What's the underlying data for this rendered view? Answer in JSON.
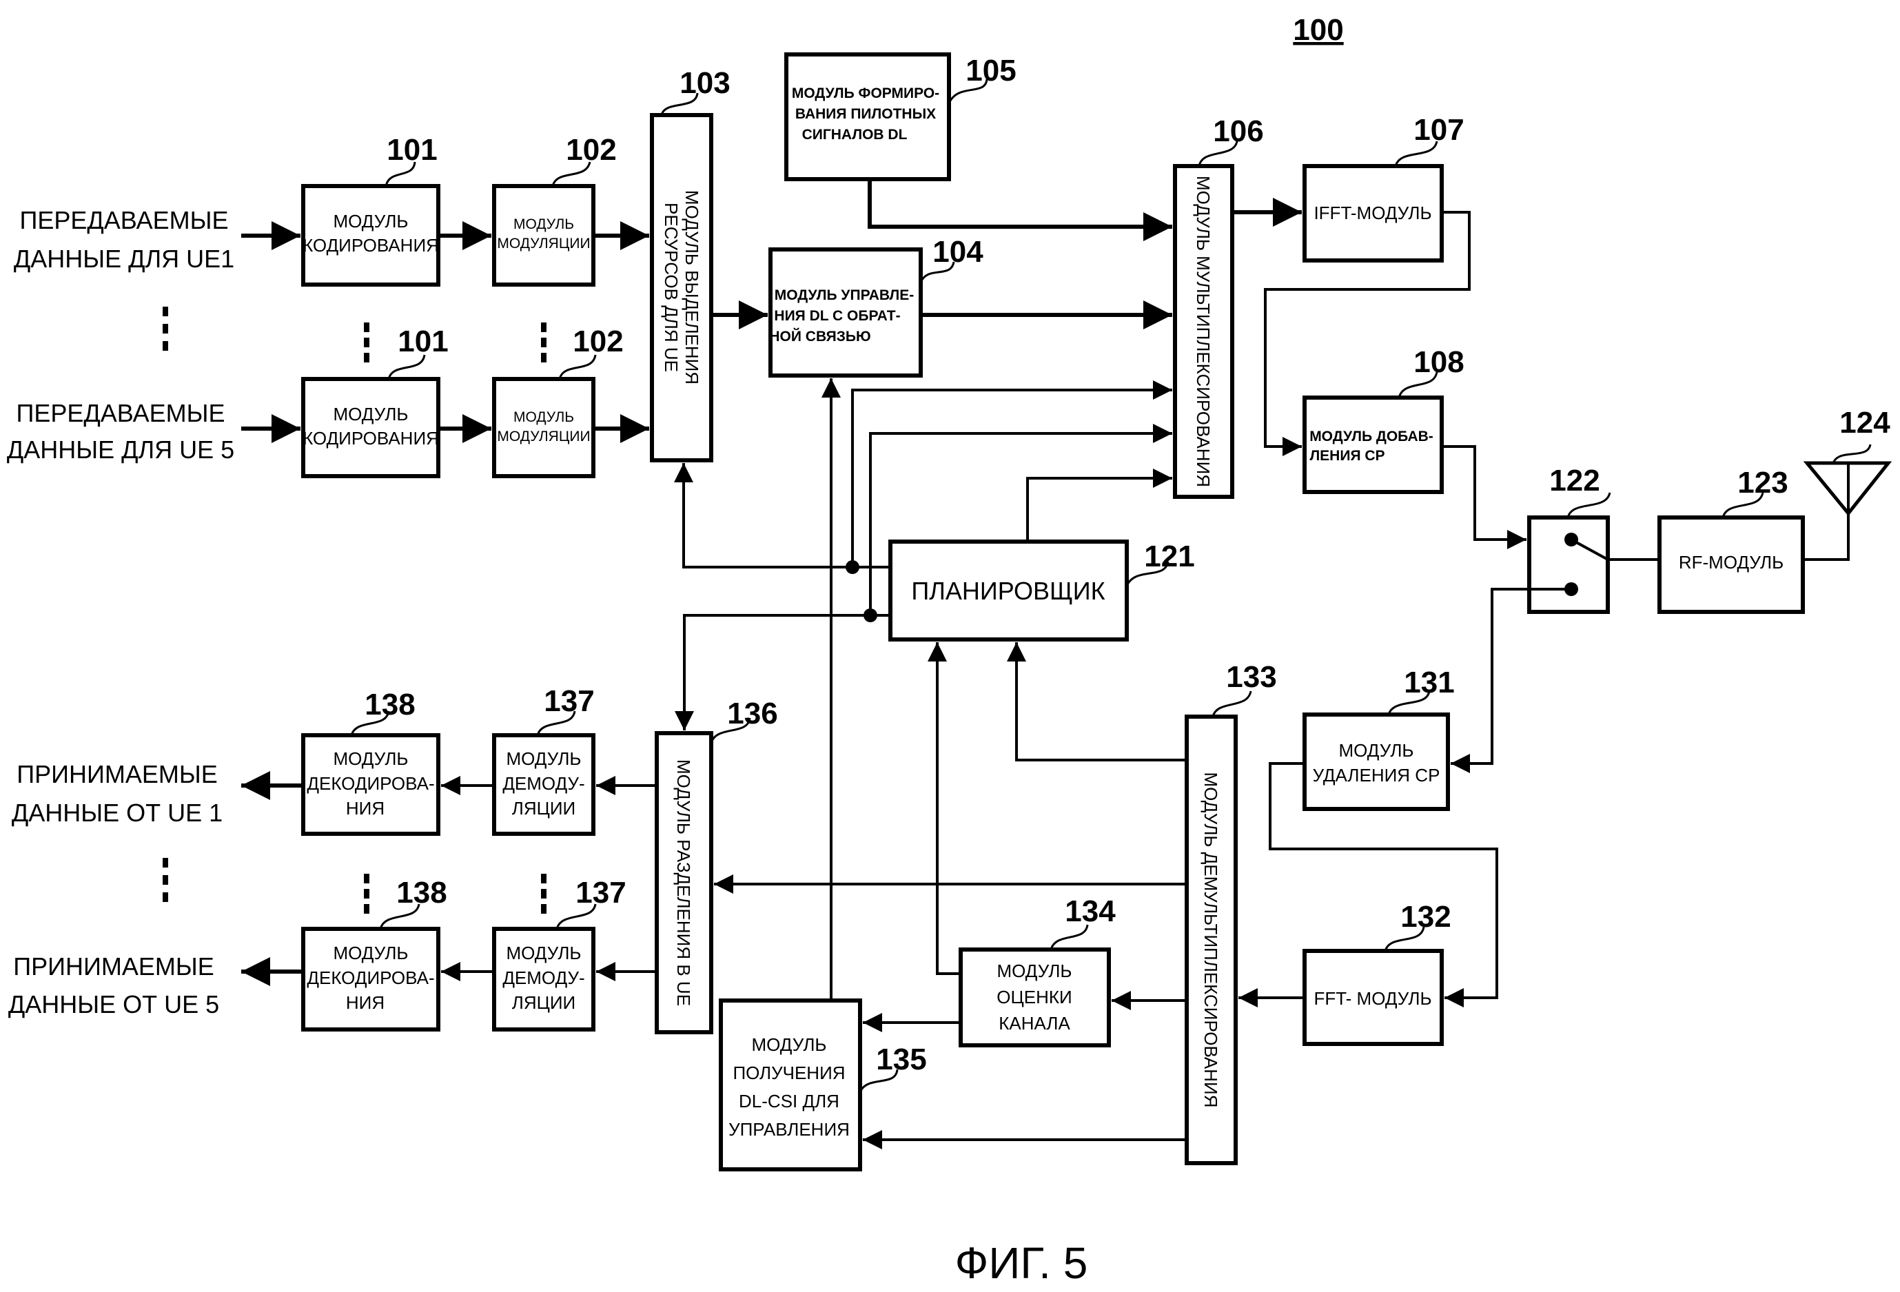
{
  "figure": {
    "ref_number": "100",
    "caption": "ФИГ. 5"
  },
  "inputs": [
    {
      "line1": "ПЕРЕДАВАЕМЫЕ",
      "line2": "ДАННЫЕ ДЛЯ UE1"
    },
    {
      "line1": "ПЕРЕДАВАЕМЫЕ",
      "line2": "ДАННЫЕ ДЛЯ UE 5"
    }
  ],
  "outputs": [
    {
      "line1": "ПРИНИМАЕМЫЕ",
      "line2": "ДАННЫЕ ОТ UE 1"
    },
    {
      "line1": "ПРИНИМАЕМЫЕ",
      "line2": "ДАННЫЕ ОТ UE 5"
    }
  ],
  "blocks": {
    "b101": {
      "ref": "101",
      "lines": [
        "МОДУЛЬ",
        "КОДИРОВАНИЯ"
      ]
    },
    "b102": {
      "ref": "102",
      "lines": [
        "МОДУЛЬ",
        "МОДУЛЯЦИИ"
      ]
    },
    "b103": {
      "ref": "103",
      "lines": [
        "МОДУЛЬ ВЫДЕЛЕНИЯ",
        "РЕСУРСОВ ДЛЯ UE"
      ]
    },
    "b104": {
      "ref": "104",
      "lines": [
        "МОДУЛЬ УПРАВЛЕ-",
        "НИЯ DL С ОБРАТ-",
        "НОЙ СВЯЗЬЮ"
      ]
    },
    "b105": {
      "ref": "105",
      "lines": [
        "МОДУЛЬ ФОРМИРО-",
        "ВАНИЯ ПИЛОТНЫХ",
        "СИГНАЛОВ DL"
      ]
    },
    "b106": {
      "ref": "106",
      "lines": [
        "МОДУЛЬ МУЛЬТИПЛЕКСИРОВАНИЯ"
      ]
    },
    "b107": {
      "ref": "107",
      "lines": [
        "IFFT-МОДУЛЬ"
      ]
    },
    "b108": {
      "ref": "108",
      "lines": [
        "МОДУЛЬ ДОБАВ-",
        "ЛЕНИЯ CP"
      ]
    },
    "b121": {
      "ref": "121",
      "lines": [
        "ПЛАНИРОВЩИК"
      ]
    },
    "b122": {
      "ref": "122"
    },
    "b123": {
      "ref": "123",
      "lines": [
        "RF-МОДУЛЬ"
      ]
    },
    "b124": {
      "ref": "124"
    },
    "b131": {
      "ref": "131",
      "lines": [
        "МОДУЛЬ",
        "УДАЛЕНИЯ CP"
      ]
    },
    "b132": {
      "ref": "132",
      "lines": [
        "FFT- МОДУЛЬ"
      ]
    },
    "b133": {
      "ref": "133",
      "lines": [
        "МОДУЛЬ ДЕМУЛЬТИПЛЕКСИРОВАНИЯ"
      ]
    },
    "b134": {
      "ref": "134",
      "lines": [
        "МОДУЛЬ",
        "ОЦЕНКИ",
        "КАНАЛА"
      ]
    },
    "b135": {
      "ref": "135",
      "lines": [
        "МОДУЛЬ",
        "ПОЛУЧЕНИЯ",
        "DL-CSI ДЛЯ",
        "УПРАВЛЕНИЯ"
      ]
    },
    "b136": {
      "ref": "136",
      "lines": [
        "МОДУЛЬ РАЗДЕЛЕНИЯ В UE"
      ]
    },
    "b137": {
      "ref": "137",
      "lines": [
        "МОДУЛЬ",
        "ДЕМОДУ-",
        "ЛЯЦИИ"
      ]
    },
    "b138": {
      "ref": "138",
      "lines": [
        "МОДУЛЬ",
        "ДЕКОДИРОВА-",
        "НИЯ"
      ]
    }
  }
}
